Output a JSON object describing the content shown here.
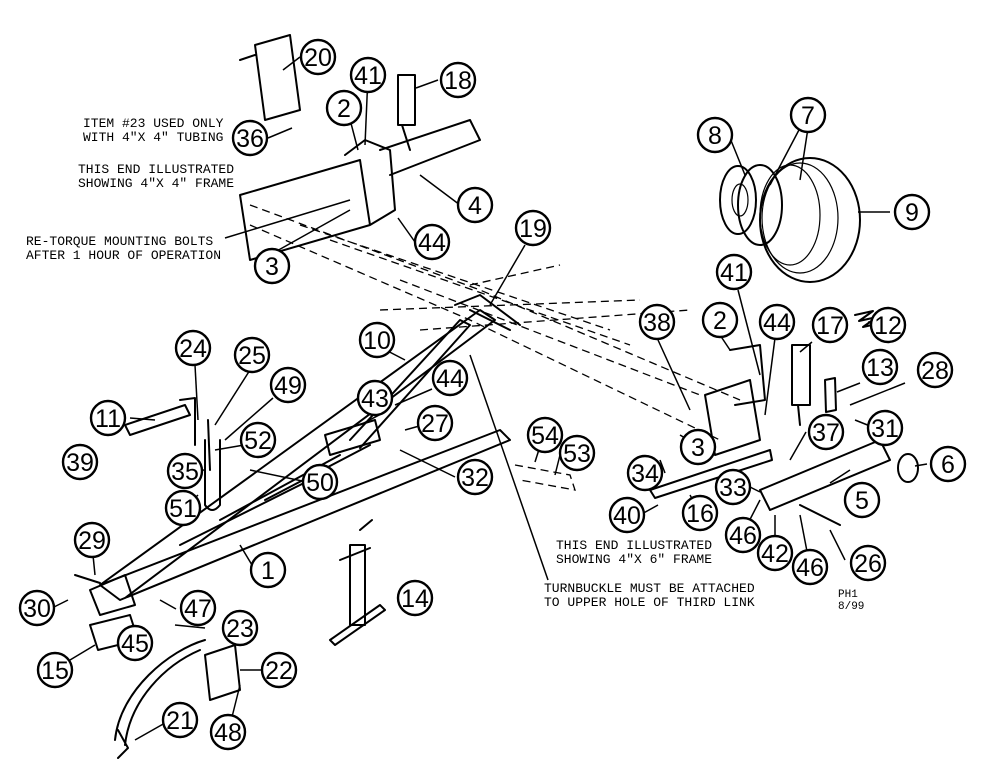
{
  "notes": {
    "item23_line1": "ITEM #23 USED ONLY",
    "item23_line2": "WITH 4\"X 4\" TUBING",
    "end4x4_line1": "THIS END ILLUSTRATED",
    "end4x4_line2": "SHOWING 4\"X 4\" FRAME",
    "retorque_line1": "RE-TORQUE MOUNTING BOLTS",
    "retorque_line2": "AFTER 1 HOUR OF OPERATION",
    "end4x6_line1": "THIS END ILLUSTRATED",
    "end4x6_line2": "SHOWING 4\"X 6\" FRAME",
    "turnbuckle_line1": "TURNBUCKLE MUST BE ATTACHED",
    "turnbuckle_line2": "TO UPPER HOLE OF THIRD LINK",
    "drawing_code": "PH1",
    "drawing_date": "8/99"
  },
  "callouts": [
    "20",
    "41",
    "18",
    "2",
    "36",
    "4",
    "44",
    "3",
    "7",
    "8",
    "9",
    "19",
    "41",
    "12",
    "38",
    "2",
    "44",
    "17",
    "13",
    "28",
    "10",
    "24",
    "25",
    "49",
    "43",
    "44",
    "27",
    "11",
    "52",
    "39",
    "35",
    "50",
    "32",
    "54",
    "53",
    "34",
    "3",
    "37",
    "31",
    "33",
    "6",
    "5",
    "51",
    "40",
    "16",
    "46",
    "42",
    "46",
    "26",
    "29",
    "1",
    "14",
    "30",
    "47",
    "23",
    "45",
    "15",
    "22",
    "21",
    "48"
  ]
}
